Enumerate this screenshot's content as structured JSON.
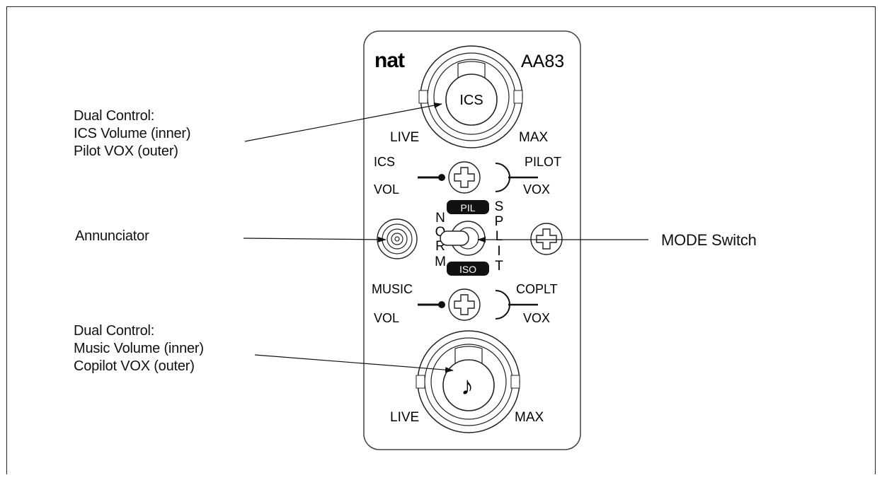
{
  "panel": {
    "brand": "nat",
    "model": "AA83",
    "top_knob": {
      "center_label": "ICS",
      "left_label": "LIVE",
      "right_label": "MAX"
    },
    "ics_vol": {
      "top": "ICS",
      "bottom": "VOL"
    },
    "pilot_vox": {
      "top": "PILOT",
      "bottom": "VOX"
    },
    "mode_switch": {
      "top_tag": "PIL",
      "bottom_tag": "ISO",
      "left_word": "NORM",
      "right_word": "SPLIT"
    },
    "music_vol": {
      "top": "MUSIC",
      "bottom": "VOL"
    },
    "coplt_vox": {
      "top": "COPLT",
      "bottom": "VOX"
    },
    "bottom_knob": {
      "center_symbol": "♪",
      "left_label": "LIVE",
      "right_label": "MAX"
    }
  },
  "callouts": {
    "dual_top": [
      "Dual Control:",
      "ICS Volume (inner)",
      "Pilot VOX (outer)"
    ],
    "annunciator": "Annunciator",
    "mode_switch": "MODE Switch",
    "dual_bottom": [
      "Dual Control:",
      "Music Volume (inner)",
      "Copilot VOX (outer)"
    ]
  }
}
